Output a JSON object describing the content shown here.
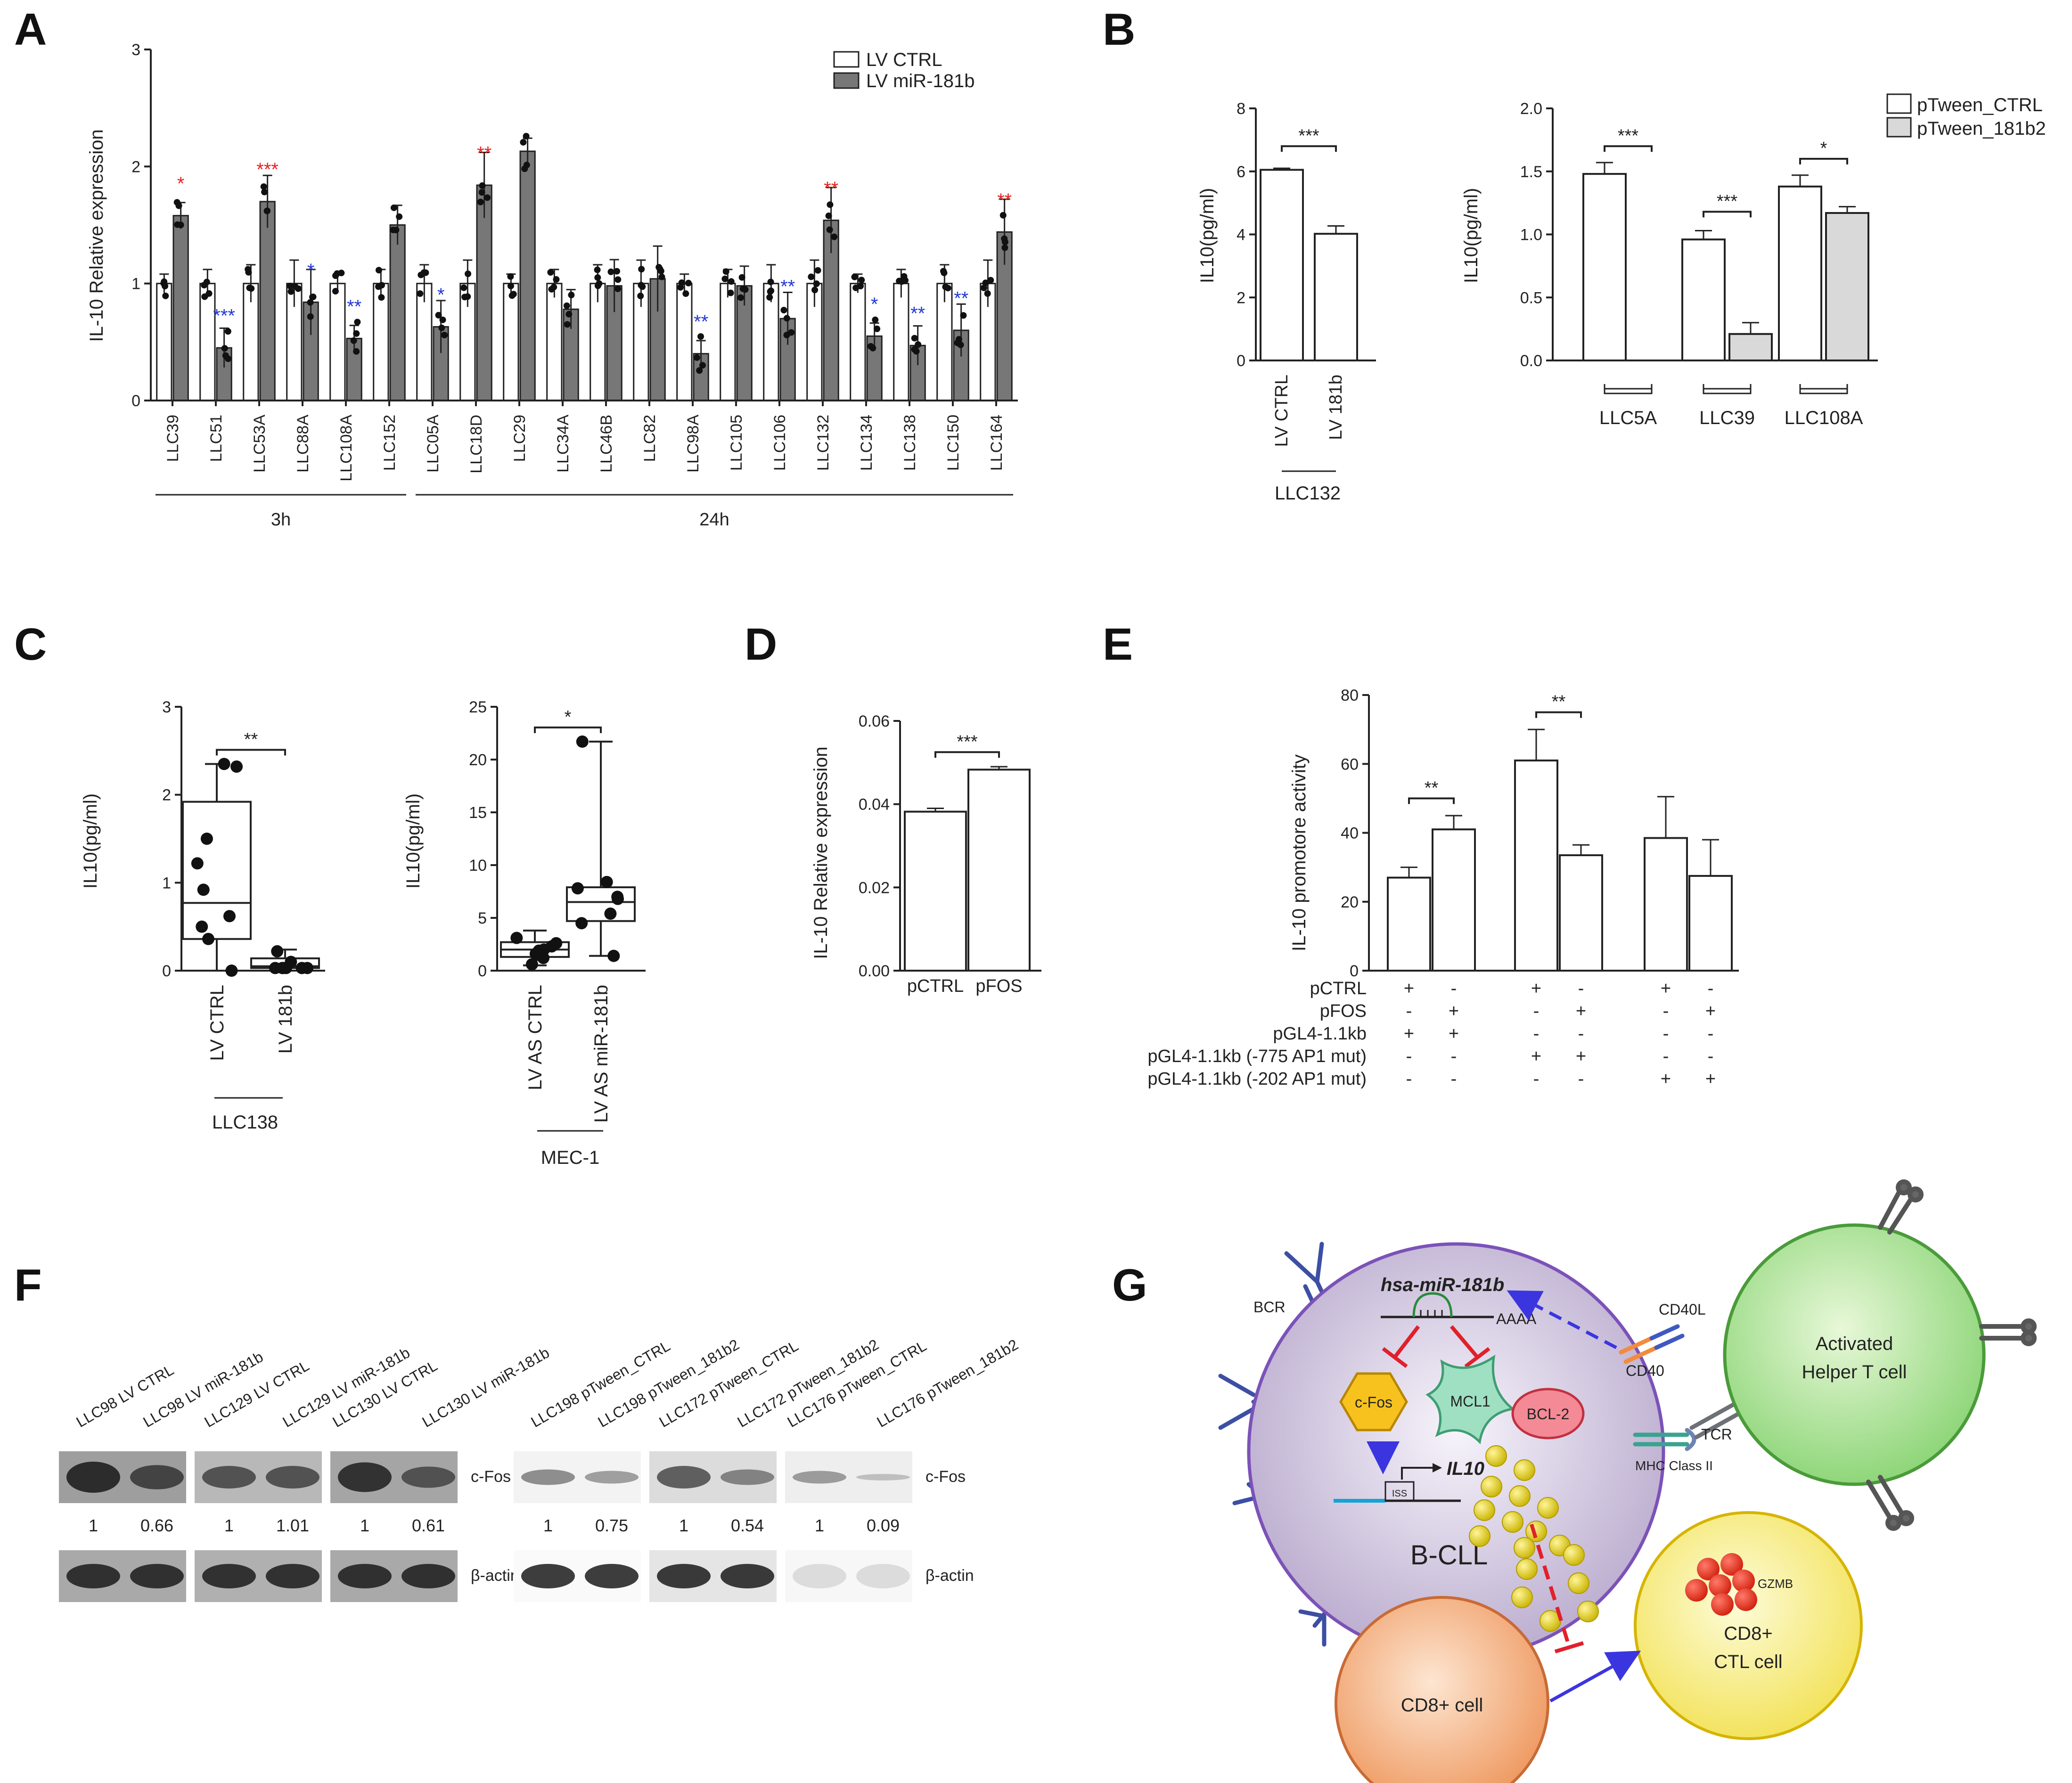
{
  "chart_data": [
    {
      "panel": "A",
      "type": "bar",
      "ylabel": "IL-10 Relative expression",
      "ylim": [
        0,
        3
      ],
      "yticks": [
        "0",
        "1",
        "2",
        "3"
      ],
      "series": [
        {
          "name": "LV CTRL",
          "color": "#ffffff"
        },
        {
          "name": "LV miR-181b",
          "color": "#777777"
        }
      ],
      "groups": [
        {
          "label": "3h",
          "count": 6
        },
        {
          "label": "24h",
          "count": 14
        }
      ],
      "categories": [
        "LLC39",
        "LLC51",
        "LLC53A",
        "LLC88A",
        "LLC108A",
        "LLC152",
        "LLC05A",
        "LLC18D",
        "LLC29",
        "LLC34A",
        "LLC46B",
        "LLC82",
        "LLC98A",
        "LLC105",
        "LLC106",
        "LLC132",
        "LLC134",
        "LLC138",
        "LLC150",
        "LLC164"
      ],
      "ctrl": [
        1,
        1,
        1,
        1,
        1,
        1,
        1,
        1,
        1,
        1,
        1,
        1,
        1,
        1,
        1,
        1,
        1,
        1,
        1,
        1
      ],
      "mir": [
        1.58,
        0.45,
        1.7,
        0.84,
        0.53,
        1.5,
        0.63,
        1.84,
        2.13,
        0.78,
        0.98,
        1.04,
        0.4,
        0.98,
        0.7,
        1.54,
        0.55,
        0.47,
        0.6,
        1.44
      ],
      "sig": [
        "*",
        "***",
        "***",
        "*",
        "**",
        "",
        "*",
        "**",
        "",
        "",
        "",
        "",
        "**",
        "",
        "**",
        "**",
        "*",
        "**",
        "**",
        "**"
      ],
      "sig_color": [
        "red",
        "blue",
        "red",
        "blue",
        "blue",
        "",
        "blue",
        "red",
        "",
        "",
        "",
        "",
        "blue",
        "",
        "blue",
        "red",
        "blue",
        "blue",
        "blue",
        "red"
      ]
    },
    {
      "panel": "B1",
      "type": "bar",
      "ylabel": "IL10(pg/ml)",
      "ylim": [
        0,
        8
      ],
      "yticks": [
        "0",
        "2",
        "4",
        "6",
        "8"
      ],
      "categories": [
        "LV CTRL",
        "LV 181b"
      ],
      "values": [
        6.05,
        4.02
      ],
      "group_label": "LLC132",
      "sig": "***"
    },
    {
      "panel": "B2",
      "type": "bar",
      "ylabel": "IL10(pg/ml)",
      "ylim": [
        0,
        2
      ],
      "yticks": [
        "0.0",
        "0.5",
        "1.0",
        "1.5",
        "2.0"
      ],
      "series": [
        {
          "name": "pTween_CTRL",
          "color": "#ffffff"
        },
        {
          "name": "pTween_181b2",
          "color": "#d9d9d9"
        }
      ],
      "categories": [
        "LLC5A",
        "LLC39",
        "LLC108A"
      ],
      "ctrl": [
        1.48,
        0.96,
        1.38
      ],
      "treated": [
        0,
        0.21,
        1.17
      ],
      "sig": [
        "***",
        "***",
        "*"
      ]
    },
    {
      "panel": "C1",
      "type": "box",
      "ylabel": "IL10(pg/ml)",
      "ylim": [
        0,
        3
      ],
      "yticks": [
        "0",
        "1",
        "2",
        "3"
      ],
      "categories": [
        "LV CTRL",
        "LV 181b"
      ],
      "group_label": "LLC138",
      "sig": "**",
      "boxes": [
        {
          "min": 0,
          "q1": 0.36,
          "median": 0.77,
          "q3": 1.92,
          "max": 2.35,
          "points": [
            2.35,
            2.32,
            1.5,
            1.22,
            0.92,
            0.62,
            0.5,
            0.36,
            0
          ]
        },
        {
          "min": 0,
          "q1": 0.03,
          "median": 0.05,
          "q3": 0.14,
          "max": 0.24,
          "points": [
            0.22,
            0.1,
            0.03,
            0.03,
            0.03,
            0.03,
            0.03,
            0.03
          ]
        }
      ]
    },
    {
      "panel": "C2",
      "type": "box",
      "ylabel": "IL10(pg/ml)",
      "ylim": [
        0,
        25
      ],
      "yticks": [
        "0",
        "5",
        "10",
        "15",
        "20",
        "25"
      ],
      "categories": [
        "LV AS CTRL",
        "LV AS miR-181b"
      ],
      "group_label": "MEC-1",
      "sig": "*",
      "boxes": [
        {
          "min": 0.5,
          "q1": 1.3,
          "median": 2.0,
          "q3": 2.7,
          "max": 3.8,
          "points": [
            3.1,
            2.6,
            2.3,
            2.0,
            1.9,
            1.6,
            1.5,
            1.2,
            0.6
          ]
        },
        {
          "min": 1.4,
          "q1": 4.7,
          "median": 6.5,
          "q3": 7.9,
          "max": 21.7,
          "points": [
            21.7,
            8.4,
            7.8,
            7.0,
            6.8,
            5.4,
            4.5,
            1.4
          ]
        }
      ]
    },
    {
      "panel": "D",
      "type": "bar",
      "ylabel": "IL-10 Relative expression",
      "ylim": [
        0,
        0.06
      ],
      "yticks": [
        "0.00",
        "0.02",
        "0.04",
        "0.06"
      ],
      "categories": [
        "pCTRL",
        "pFOS"
      ],
      "values": [
        0.0382,
        0.0483
      ],
      "sig": "***"
    },
    {
      "panel": "E",
      "type": "bar",
      "ylabel": "IL-10 promotore activity",
      "ylim": [
        0,
        80
      ],
      "yticks": [
        "0",
        "20",
        "40",
        "60",
        "80"
      ],
      "values": [
        27,
        41,
        61,
        33.5,
        38.5,
        27.5
      ],
      "errors": [
        3,
        4,
        9,
        3,
        12,
        10.5
      ],
      "sig": [
        {
          "between": [
            0,
            1
          ],
          "text": "**"
        },
        {
          "between": [
            2,
            3
          ],
          "text": "**"
        }
      ],
      "row_labels": [
        "pCTRL",
        "pFOS",
        "pGL4-1.1kb",
        "pGL4-1.1kb (-775 AP1 mut)",
        "pGL4-1.1kb (-202 AP1 mut)"
      ],
      "matrix": [
        [
          "+",
          "-",
          "+",
          "-",
          "+",
          "-"
        ],
        [
          "-",
          "+",
          "-",
          "+",
          "-",
          "+"
        ],
        [
          "+",
          "+",
          "-",
          "-",
          "-",
          "-"
        ],
        [
          "-",
          "-",
          "+",
          "+",
          "-",
          "-"
        ],
        [
          "-",
          "-",
          "-",
          "-",
          "+",
          "+"
        ]
      ]
    }
  ],
  "panel_letters": [
    "A",
    "B",
    "C",
    "D",
    "E",
    "F",
    "G"
  ],
  "blot_left": {
    "lanes": [
      "LLC98 LV CTRL",
      "LLC98 LV miR-181b",
      "LLC129 LV CTRL",
      "LLC129 LV miR-181b",
      "LLC130 LV CTRL",
      "LLC130 LV miR-181b"
    ],
    "quant": [
      "1",
      "0.66",
      "1",
      "1.01",
      "1",
      "0.61"
    ],
    "band_cfos": "c-Fos",
    "band_actin": "β-actin"
  },
  "blot_right": {
    "lanes": [
      "LLC198 pTween_CTRL",
      "LLC198 pTween_181b2",
      "LLC172 pTween_CTRL",
      "LLC172 pTween_181b2",
      "LLC176 pTween_CTRL",
      "LLC176 pTween_181b2"
    ],
    "quant": [
      "1",
      "0.75",
      "1",
      "0.54",
      "1",
      "0.09"
    ],
    "band_cfos": "c-Fos",
    "band_actin": "β-actin"
  },
  "diagram": {
    "bcr": "BCR",
    "mirna": "hsa-miR-181b",
    "polya": "AAAA",
    "cfos": "c-Fos",
    "mcl1": "MCL1",
    "bcl2": "BCL-2",
    "iss": "ISS",
    "il10": "IL10",
    "bcll": "B-CLL",
    "cd40": "CD40",
    "cd40l": "CD40L",
    "tcr": "TCR",
    "mhc": "MHC Class II",
    "helper_line1": "Activated",
    "helper_line2": "Helper T cell",
    "ctl_line1": "CD8+",
    "ctl_line2": "CTL cell",
    "gzmb": "GZMB",
    "cd8": "CD8+ cell"
  }
}
